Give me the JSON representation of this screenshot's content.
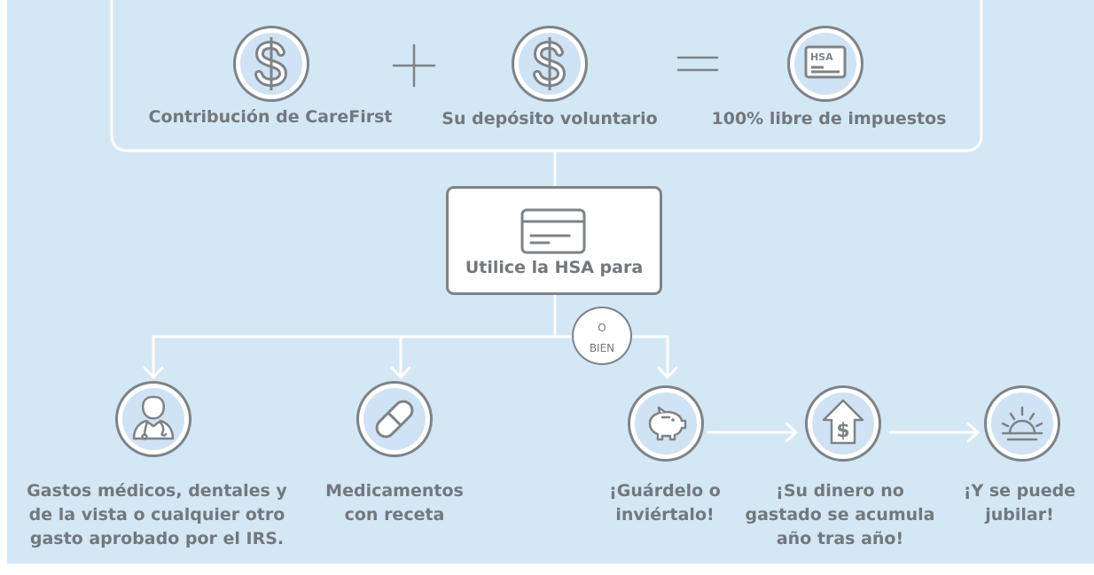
{
  "formula": {
    "carefirst_label": "Contribución de CareFirst",
    "deposit_label": "Su depósito voluntario",
    "taxfree_label": "100% libre de impuestos",
    "card_text": "HSA"
  },
  "use_box": {
    "label": "Utilice la HSA para"
  },
  "or_bubble": {
    "top": "O",
    "bottom": "BIEN"
  },
  "outcomes": {
    "medical": "Gastos médicos, dentales y\nde la vista o cualquier otro\ngasto aprobado por el IRS.",
    "prescriptions": "Medicamentos\ncon receta",
    "save": "¡Guárdelo o\ninviértalo!",
    "accumulate": "¡Su dinero no\ngastado se acumula\naño tras año!",
    "retire": "¡Y se puede\njubilar!"
  },
  "colors": {
    "background": "#d3e7f5",
    "circle_fill": "#cfe3f4",
    "stroke": "#7d8387",
    "text": "#72787c",
    "lines": "#ffffff"
  }
}
